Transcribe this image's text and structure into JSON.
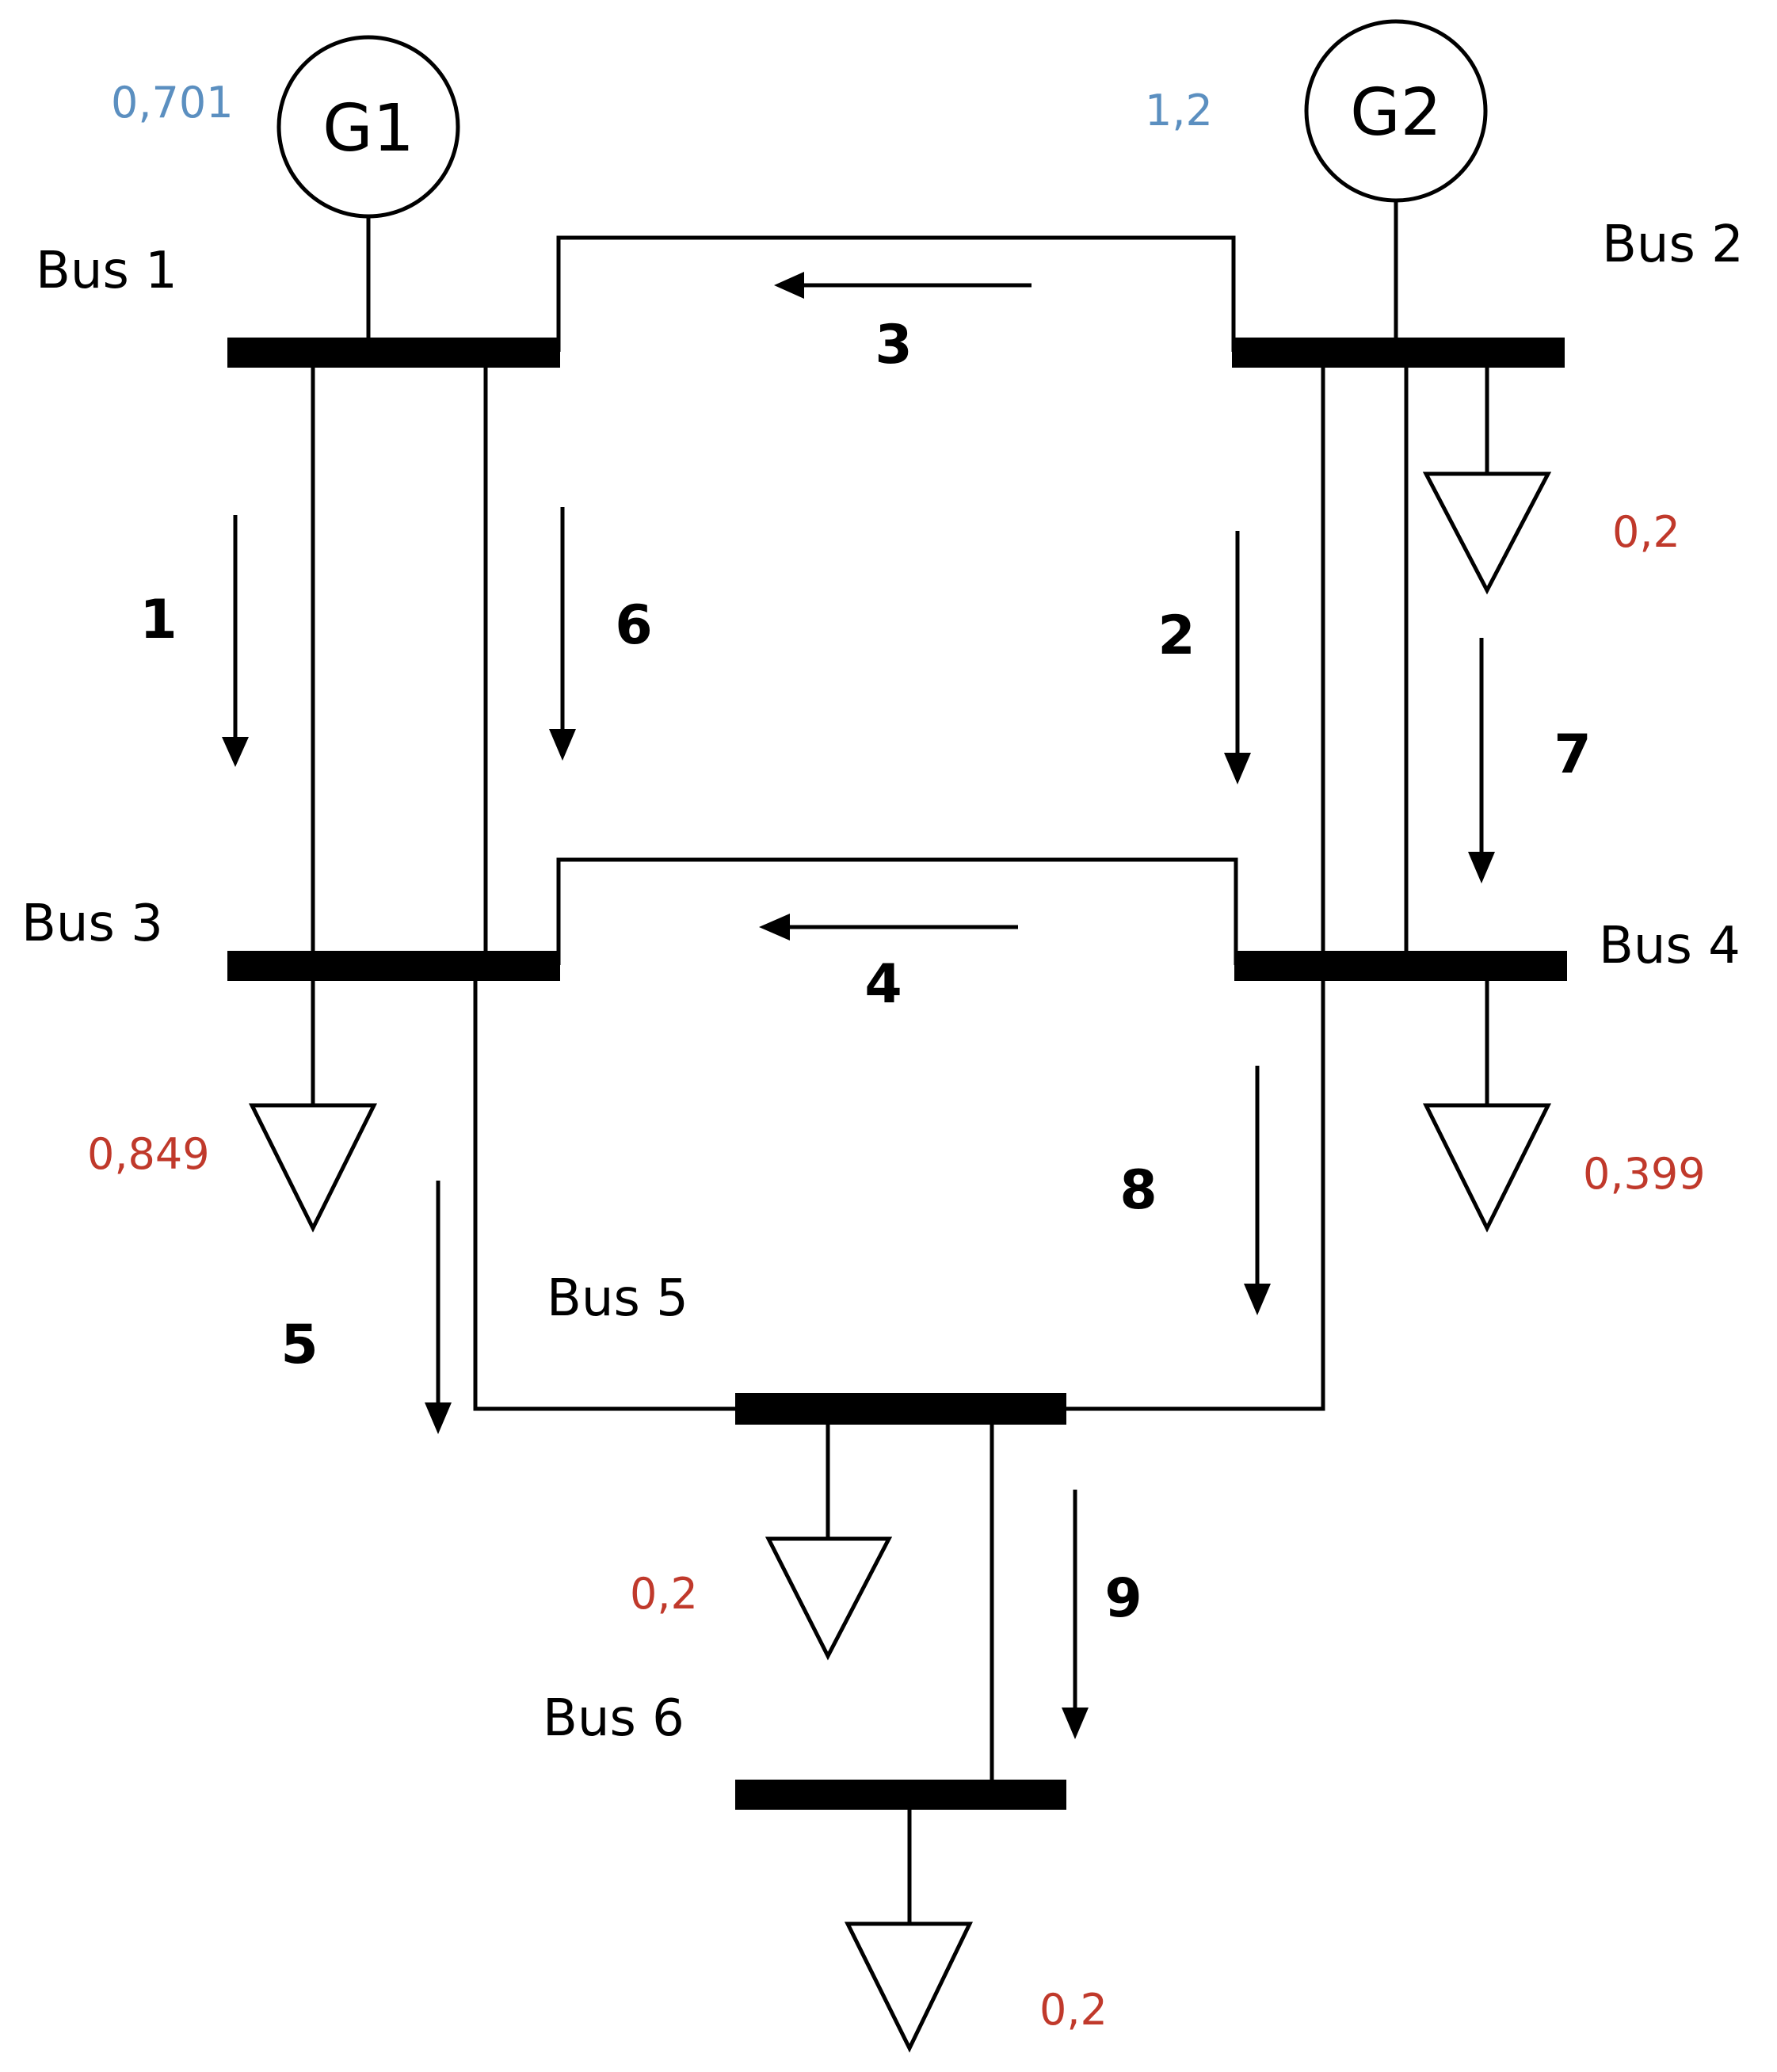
{
  "colors": {
    "generation_value": "#5b8fc0",
    "load_value": "#c0392b",
    "line": "#000000"
  },
  "generators": [
    {
      "id": "g1",
      "label": "G1",
      "value": "0,701"
    },
    {
      "id": "g2",
      "label": "G2",
      "value": "1,2"
    }
  ],
  "buses": [
    {
      "id": "bus1",
      "label": "Bus 1"
    },
    {
      "id": "bus2",
      "label": "Bus 2"
    },
    {
      "id": "bus3",
      "label": "Bus 3"
    },
    {
      "id": "bus4",
      "label": "Bus 4"
    },
    {
      "id": "bus5",
      "label": "Bus 5"
    },
    {
      "id": "bus6",
      "label": "Bus 6"
    }
  ],
  "lines": [
    {
      "id": "line1",
      "label": "1"
    },
    {
      "id": "line2",
      "label": "2"
    },
    {
      "id": "line3",
      "label": "3"
    },
    {
      "id": "line4",
      "label": "4"
    },
    {
      "id": "line5",
      "label": "5"
    },
    {
      "id": "line6",
      "label": "6"
    },
    {
      "id": "line7",
      "label": "7"
    },
    {
      "id": "line8",
      "label": "8"
    },
    {
      "id": "line9",
      "label": "9"
    }
  ],
  "loads": [
    {
      "id": "load-bus2",
      "value": "0,2"
    },
    {
      "id": "load-bus3",
      "value": "0,849"
    },
    {
      "id": "load-bus4",
      "value": "0,399"
    },
    {
      "id": "load-bus5",
      "value": "0,2"
    },
    {
      "id": "load-bus6",
      "value": "0,2"
    }
  ]
}
